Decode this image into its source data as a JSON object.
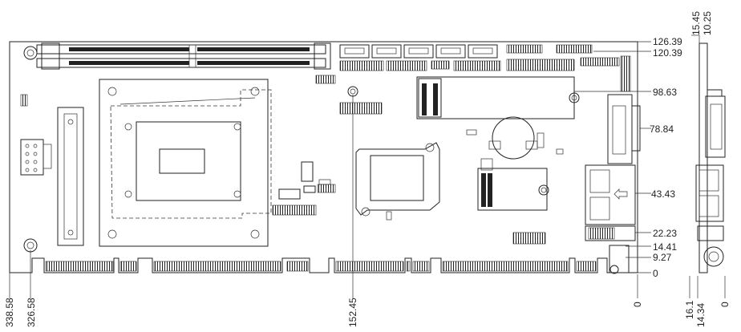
{
  "dimensions": {
    "right": [
      "126.39",
      "120.39",
      "98.63",
      "78.84",
      "43.43",
      "22.23",
      "14.41",
      "9.27",
      "0"
    ],
    "bottom_left": [
      "338.58",
      "326.58",
      "152.45"
    ],
    "bottom_mid": "0",
    "side_top": [
      "15.45",
      "10.25"
    ],
    "side_bottom": [
      "16.1",
      "14.34",
      "0"
    ]
  }
}
